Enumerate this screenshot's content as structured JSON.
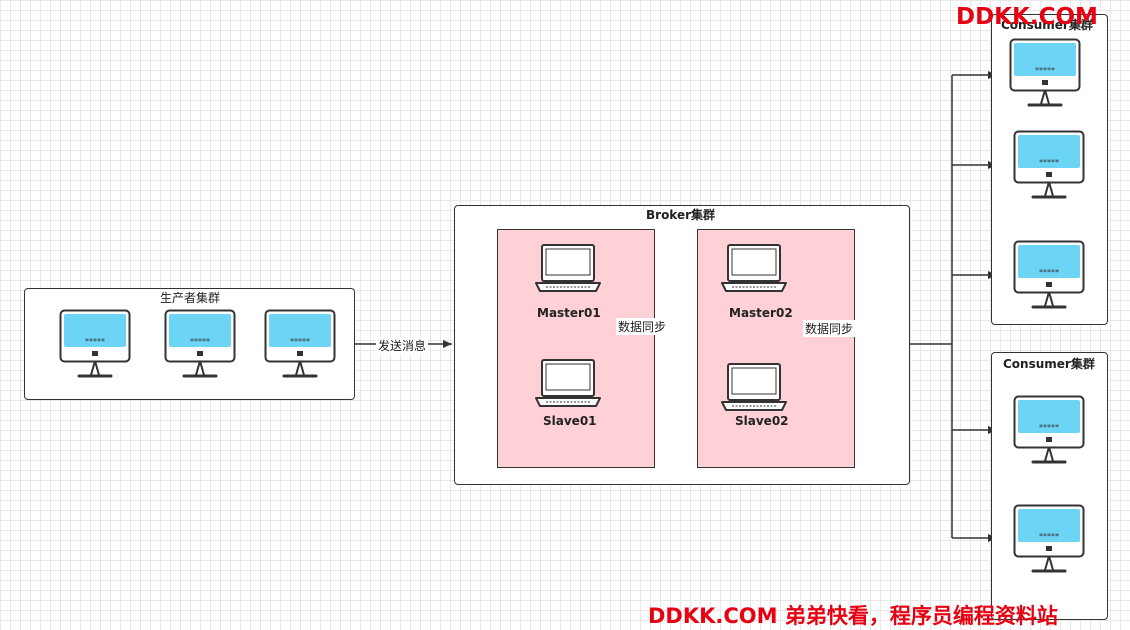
{
  "producer_cluster": {
    "title": "生产者集群",
    "desktops": [
      "*****",
      "*****",
      "*****"
    ]
  },
  "send_label": "发送消息",
  "broker_cluster": {
    "title": "Broker集群",
    "groups": [
      {
        "master": "Master01",
        "slave": "Slave01",
        "sync_label": "数据同步"
      },
      {
        "master": "Master02",
        "slave": "Slave02",
        "sync_label": "数据同步"
      }
    ]
  },
  "consumer_cluster_top": {
    "title": "Consumer集群",
    "desktops": [
      "*****",
      "*****",
      "*****"
    ]
  },
  "consumer_cluster_bottom": {
    "title": "Consumer集群",
    "desktops": [
      "*****",
      "*****"
    ]
  },
  "watermark_top": "DDKK.COM",
  "watermark_bottom": "DDKK.COM 弟弟快看，程序员编程资料站",
  "colors": {
    "screen": "#6cd4f4",
    "node_fill": "#ffd0d5",
    "watermark": "#e60012",
    "line": "#333333"
  },
  "icons": {
    "desktop": "desktop-monitor-icon",
    "laptop": "laptop-icon"
  }
}
